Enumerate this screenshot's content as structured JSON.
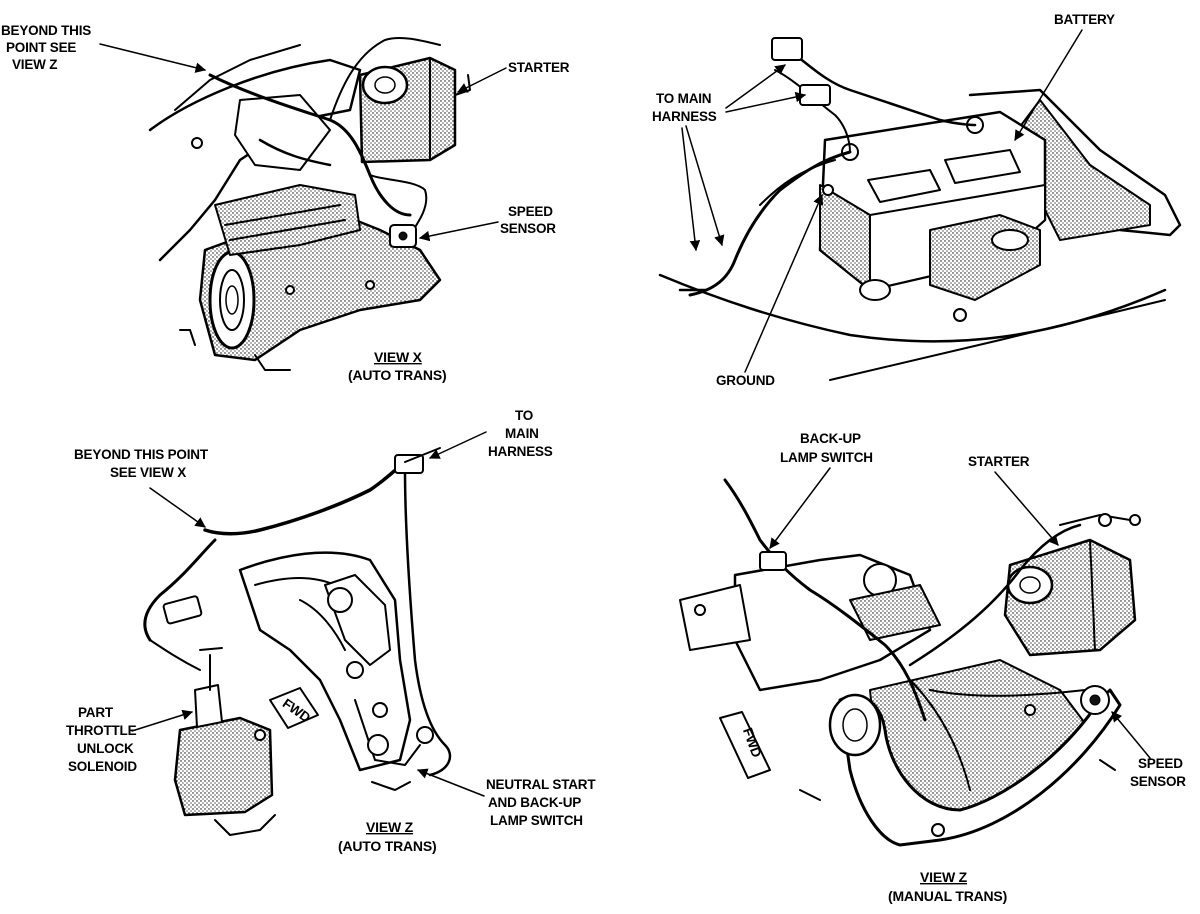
{
  "panels": {
    "view_x": {
      "labels": {
        "beyond_z": [
          "BEYOND THIS",
          "POINT SEE",
          "VIEW Z"
        ],
        "starter": "STARTER",
        "speed_sensor": [
          "SPEED",
          "SENSOR"
        ]
      },
      "caption": {
        "title": "VIEW X",
        "subtitle": "(AUTO TRANS)"
      }
    },
    "battery_view": {
      "labels": {
        "to_main_harness": [
          "TO MAIN",
          "HARNESS"
        ],
        "battery": "BATTERY",
        "ground": "GROUND"
      }
    },
    "view_z_auto": {
      "labels": {
        "beyond_x": [
          "BEYOND THIS POINT",
          "SEE VIEW X"
        ],
        "to_main_harness": [
          "TO",
          "MAIN",
          "HARNESS"
        ],
        "pto_solenoid": [
          "PART",
          "THROTTLE",
          "UNLOCK",
          "SOLENOID"
        ],
        "neutral_switch": [
          "NEUTRAL START",
          "AND BACK-UP",
          "LAMP SWITCH"
        ],
        "fwd": "FWD"
      },
      "caption": {
        "title": "VIEW Z",
        "subtitle": "(AUTO TRANS)"
      }
    },
    "view_z_manual": {
      "labels": {
        "backup_switch": [
          "BACK-UP",
          "LAMP SWITCH"
        ],
        "starter": "STARTER",
        "speed_sensor": [
          "SPEED",
          "SENSOR"
        ],
        "fwd": "FWD"
      },
      "caption": {
        "title": "VIEW Z",
        "subtitle": "(MANUAL TRANS)"
      }
    }
  }
}
